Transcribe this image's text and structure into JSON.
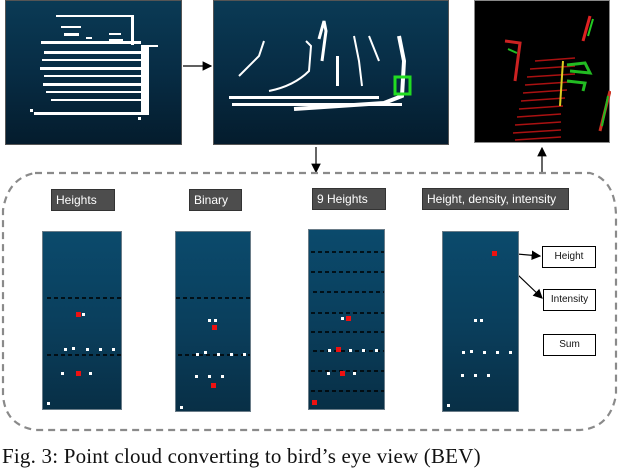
{
  "figure": {
    "top_row": [
      {
        "name": "point-cloud-front-view",
        "description": "car point cloud (white on dark blue)"
      },
      {
        "name": "point-cloud-bev",
        "description": "bird's eye view of point cloud with green highlight box"
      },
      {
        "name": "bev-rgb-encoded",
        "description": "BEV encoded as color (red/green/yellow on black)"
      }
    ],
    "encodings": [
      {
        "label": "Heights"
      },
      {
        "label": "Binary"
      },
      {
        "label": "9 Heights"
      },
      {
        "label": "Height, density, intensity"
      }
    ],
    "outputs": [
      {
        "label": "Height"
      },
      {
        "label": "Intensity"
      },
      {
        "label": "Sum"
      }
    ],
    "colors": {
      "panel_blue": "#0a3f5d",
      "highlight_green": "#22dd22",
      "point_red": "#ee1111",
      "point_white": "#ffffff",
      "label_bg": "#4d4d4d",
      "dash_gray": "#8a8a8a"
    },
    "caption": "Fig. 3: Point cloud converting to bird’s eye view (BEV)"
  }
}
